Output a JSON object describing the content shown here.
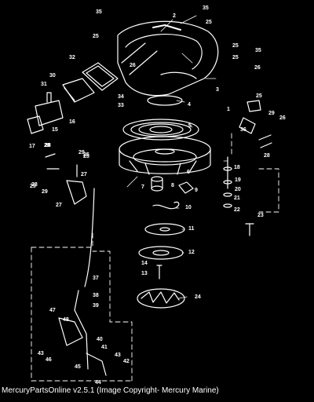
{
  "caption": "MercuryPartsOnline v2.5.1 (Image Copyright- Mercury Marine)",
  "callouts": [
    "35",
    "2",
    "35",
    "25",
    "25",
    "25",
    "25",
    "35",
    "26",
    "32",
    "26",
    "3",
    "30",
    "31",
    "34",
    "33",
    "4",
    "25",
    "1",
    "16",
    "15",
    "17",
    "5",
    "29",
    "26",
    "28",
    "29",
    "25",
    "28",
    "6",
    "18",
    "8",
    "9",
    "7",
    "19",
    "20",
    "21",
    "22",
    "10",
    "23",
    "11",
    "12",
    "37",
    "14",
    "13",
    "39",
    "38",
    "24",
    "47",
    "48",
    "40",
    "41",
    "43",
    "46",
    "43",
    "42",
    "45",
    "44",
    "36",
    "28",
    "25",
    "29",
    "27",
    "28",
    "29",
    "27"
  ]
}
